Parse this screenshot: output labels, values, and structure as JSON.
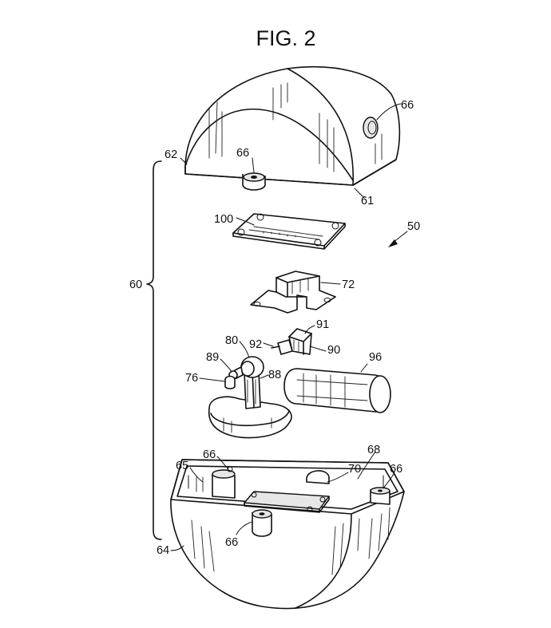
{
  "figure": {
    "title": "FIG. 2",
    "refs": {
      "r50": "50",
      "r60": "60",
      "r61": "61",
      "r62": "62",
      "r64": "64",
      "r65": "65",
      "r66a": "66",
      "r66b": "66",
      "r66c": "66",
      "r66d": "66",
      "r66e": "66",
      "r68": "68",
      "r70": "70",
      "r72": "72",
      "r76": "76",
      "r80": "80",
      "r88": "88",
      "r89": "89",
      "r90": "90",
      "r91": "91",
      "r92": "92",
      "r96": "96",
      "r100": "100"
    }
  }
}
